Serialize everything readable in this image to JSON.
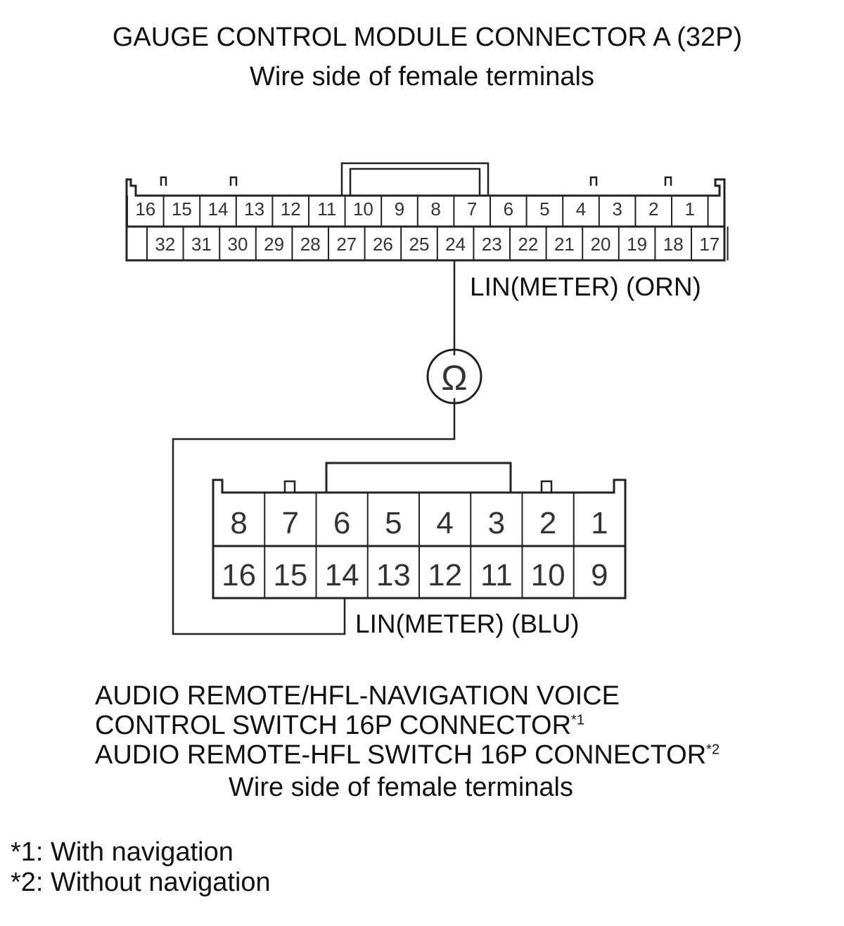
{
  "title": {
    "line1": "GAUGE CONTROL MODULE CONNECTOR A (32P)",
    "line2": "Wire side of female terminals"
  },
  "connector_a": {
    "top_row": [
      "16",
      "15",
      "14",
      "13",
      "12",
      "11",
      "10",
      "9",
      "8",
      "7",
      "6",
      "5",
      "4",
      "3",
      "2",
      "1"
    ],
    "bottom_row": [
      "32",
      "31",
      "30",
      "29",
      "28",
      "27",
      "26",
      "25",
      "24",
      "23",
      "22",
      "21",
      "20",
      "19",
      "18",
      "17"
    ],
    "wire_label": "LIN(METER) (ORN)"
  },
  "meter": {
    "symbol": "Ω"
  },
  "connector_b": {
    "top_row": [
      "8",
      "7",
      "6",
      "5",
      "4",
      "3",
      "2",
      "1"
    ],
    "bottom_row": [
      "16",
      "15",
      "14",
      "13",
      "12",
      "11",
      "10",
      "9"
    ],
    "wire_label": "LIN(METER) (BLU)"
  },
  "caption": {
    "line1": "AUDIO REMOTE/HFL-NAVIGATION VOICE",
    "line2": "CONTROL SWITCH 16P CONNECTOR",
    "line2_note": "*1",
    "line3": "AUDIO REMOTE-HFL SWITCH 16P CONNECTOR",
    "line3_note": "*2",
    "line4": "Wire side of female terminals"
  },
  "footnotes": {
    "note1": "*1: With navigation",
    "note2": "*2: Without navigation"
  }
}
